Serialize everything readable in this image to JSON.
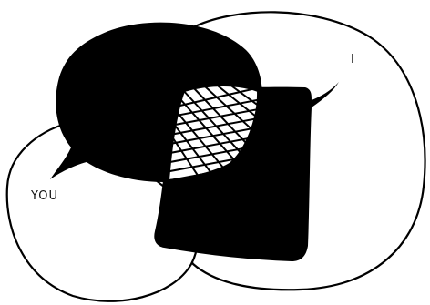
{
  "labels": {
    "you": "YOU",
    "me": "I"
  },
  "colors": {
    "ink": "#000000",
    "paper": "#ffffff"
  },
  "elements": {
    "you_bubble": "white-speech-bubble-outline",
    "me_bubble": "white-speech-bubble-outline",
    "you_dark_bubble": "black-filled-speech-bubble",
    "me_dark_bubble": "black-filled-speech-bubble",
    "overlap": "scribbled-lens-overlap"
  }
}
